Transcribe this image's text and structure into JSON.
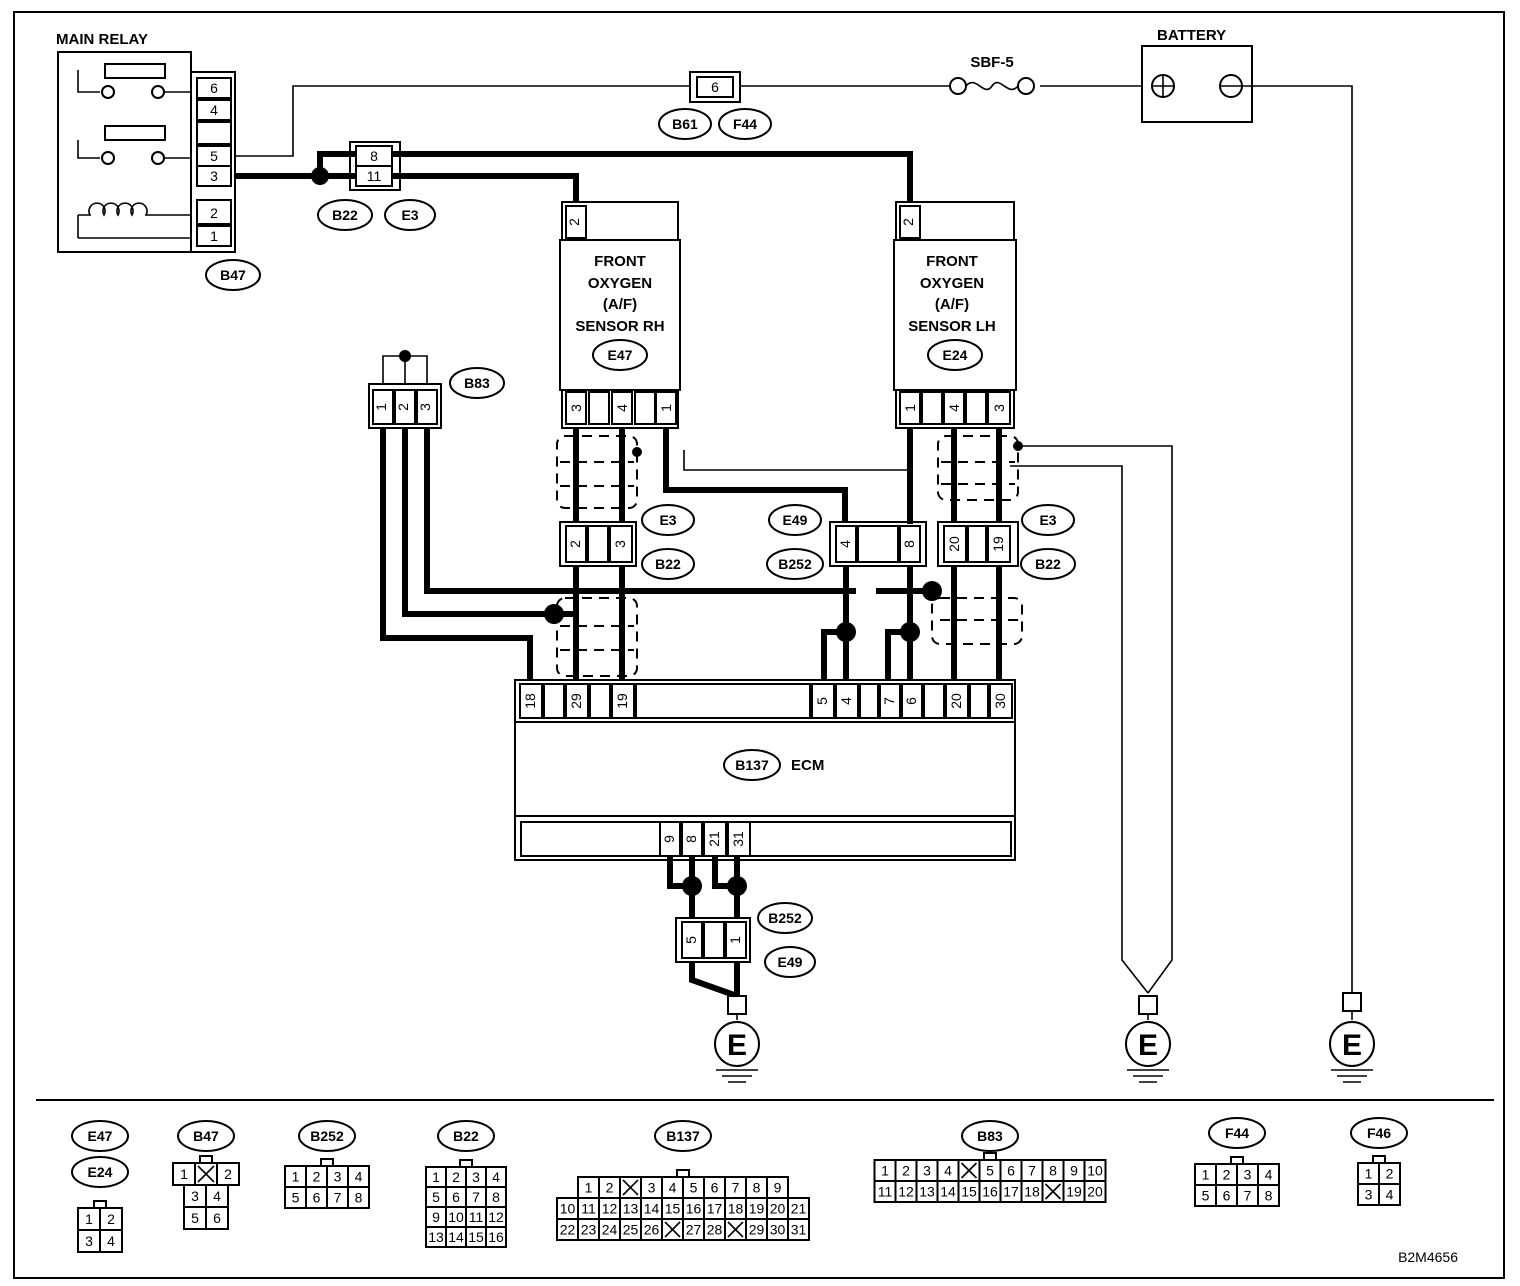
{
  "labels": {
    "main_relay": "MAIN RELAY",
    "battery": "BATTERY",
    "fuse": "SBF-5",
    "sensor_rh": [
      "FRONT",
      "OXYGEN",
      "(A/F)",
      "SENSOR RH"
    ],
    "sensor_lh": [
      "FRONT",
      "OXYGEN",
      "(A/F)",
      "SENSOR LH"
    ],
    "ecm": "ECM",
    "ground": "E",
    "figure_code": "B2M4656"
  },
  "connector_tags": {
    "b61": "B61",
    "f44": "F44",
    "b22_top": "B22",
    "e3_top": "E3",
    "b47": "B47",
    "e47": "E47",
    "e24": "E24",
    "b83": "B83",
    "e3_rh": "E3",
    "b22_rh": "B22",
    "e49_mid": "E49",
    "b252_mid": "B252",
    "e3_lh": "E3",
    "b22_lh": "B22",
    "b137": "B137",
    "b252_bot": "B252",
    "e49_bot": "E49"
  },
  "pins": {
    "main_relay": [
      "6",
      "4",
      "5",
      "3",
      "2",
      "1"
    ],
    "b61_f44": "6",
    "b22_e3_top": [
      "8",
      "11"
    ],
    "sensor_rh_top": "2",
    "sensor_lh_top": "2",
    "sensor_rh_bottom": [
      "3",
      "4",
      "1"
    ],
    "sensor_lh_bottom": [
      "1",
      "4",
      "3"
    ],
    "b83": [
      "1",
      "2",
      "3"
    ],
    "e3_b22_rh": [
      "2",
      "3"
    ],
    "e49_b252_mid": [
      "4",
      "8"
    ],
    "e3_b22_lh": [
      "20",
      "19"
    ],
    "ecm_top": [
      "18",
      "29",
      "19",
      "5",
      "4",
      "7",
      "6",
      "20",
      "30"
    ],
    "ecm_bottom": [
      "9",
      "8",
      "21",
      "31"
    ],
    "b252_e49_bot": [
      "5",
      "1"
    ]
  },
  "legend": [
    {
      "tags": [
        "E47",
        "E24"
      ],
      "rows": [
        [
          "1",
          "2"
        ],
        [
          "3",
          "4"
        ]
      ]
    },
    {
      "tags": [
        "B47"
      ],
      "rows": [
        [
          "1",
          "",
          "2"
        ],
        [
          "3",
          "4"
        ],
        [
          "5",
          "6"
        ]
      ]
    },
    {
      "tags": [
        "B252"
      ],
      "rows": [
        [
          "1",
          "2",
          "3",
          "4"
        ],
        [
          "5",
          "6",
          "7",
          "8"
        ]
      ]
    },
    {
      "tags": [
        "B22"
      ],
      "rows": [
        [
          "1",
          "2",
          "3",
          "4"
        ],
        [
          "5",
          "6",
          "7",
          "8"
        ],
        [
          "9",
          "10",
          "11",
          "12"
        ],
        [
          "13",
          "14",
          "15",
          "16"
        ]
      ]
    },
    {
      "tags": [
        "B137"
      ],
      "rows": [
        [
          "1",
          "2",
          "",
          "3",
          "4",
          "5",
          "6",
          "7",
          "8",
          "9"
        ],
        [
          "10",
          "11",
          "12",
          "13",
          "14",
          "15",
          "16",
          "17",
          "18",
          "19",
          "20",
          "21"
        ],
        [
          "22",
          "23",
          "24",
          "25",
          "26",
          "",
          "27",
          "28",
          "",
          "29",
          "30",
          "31"
        ]
      ]
    },
    {
      "tags": [
        "B83"
      ],
      "rows": [
        [
          "1",
          "2",
          "3",
          "4",
          "",
          "5",
          "6",
          "7",
          "8",
          "9",
          "10"
        ],
        [
          "11",
          "12",
          "13",
          "14",
          "15",
          "16",
          "17",
          "18",
          "",
          "19",
          "20"
        ]
      ]
    },
    {
      "tags": [
        "F44"
      ],
      "rows": [
        [
          "1",
          "2",
          "3",
          "4"
        ],
        [
          "5",
          "6",
          "7",
          "8"
        ]
      ]
    },
    {
      "tags": [
        "F46"
      ],
      "rows": [
        [
          "1",
          "2"
        ],
        [
          "3",
          "4"
        ]
      ]
    }
  ]
}
